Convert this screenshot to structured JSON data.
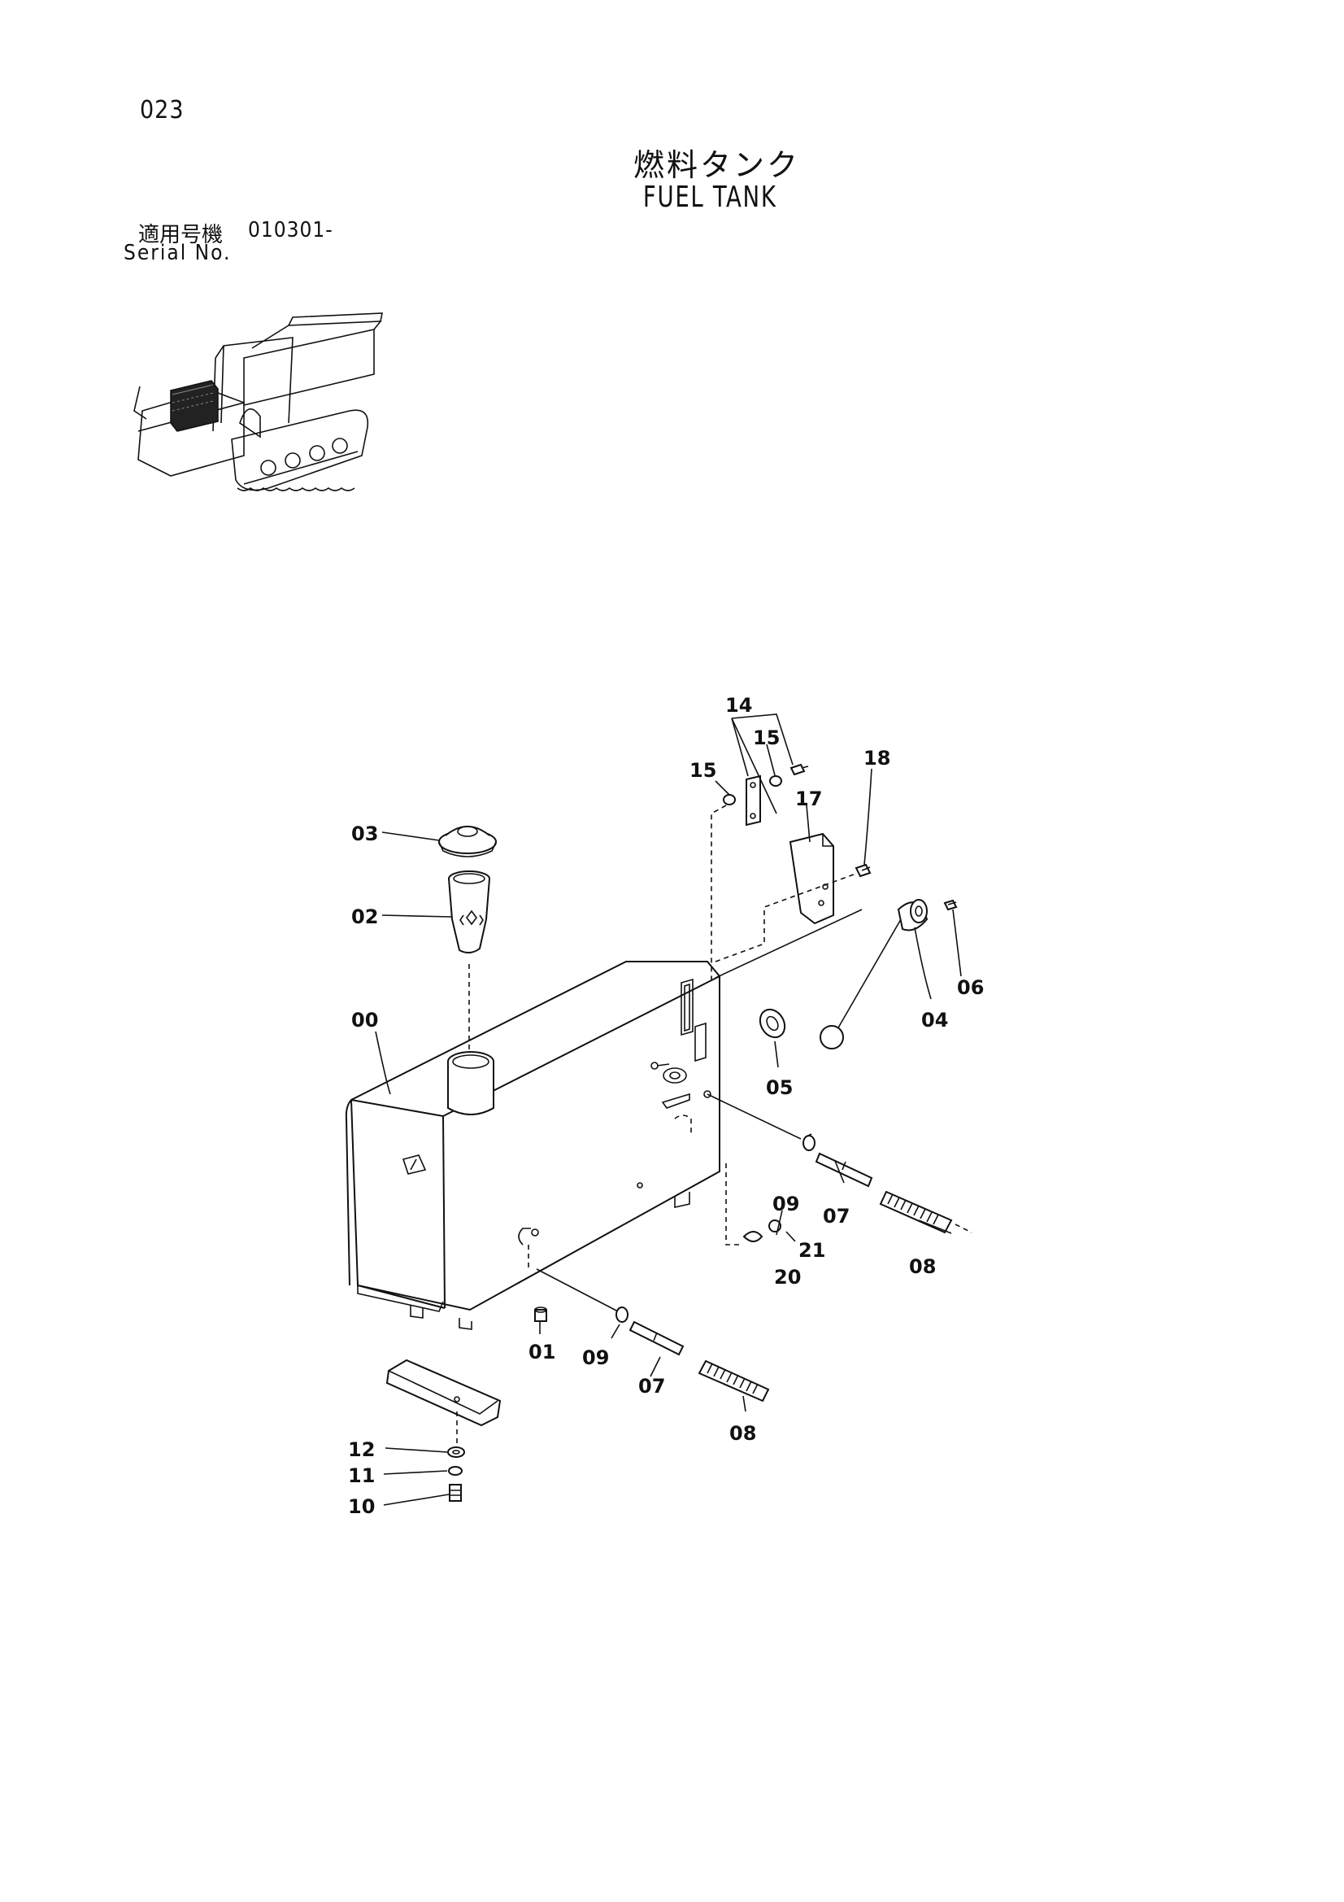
{
  "page_number": "023",
  "title_jp": "燃料タンク",
  "title_en": "FUEL TANK",
  "serial": {
    "label_jp": "適用号機",
    "value": "010301-",
    "label_en": "Serial No."
  },
  "callouts": [
    {
      "id": "00",
      "text": "00"
    },
    {
      "id": "01",
      "text": "01"
    },
    {
      "id": "02",
      "text": "02"
    },
    {
      "id": "03",
      "text": "03"
    },
    {
      "id": "04",
      "text": "04"
    },
    {
      "id": "05",
      "text": "05"
    },
    {
      "id": "06",
      "text": "06"
    },
    {
      "id": "07a",
      "text": "07"
    },
    {
      "id": "07b",
      "text": "07"
    },
    {
      "id": "08a",
      "text": "08"
    },
    {
      "id": "08b",
      "text": "08"
    },
    {
      "id": "09a",
      "text": "09"
    },
    {
      "id": "09b",
      "text": "09"
    },
    {
      "id": "10",
      "text": "10"
    },
    {
      "id": "11",
      "text": "11"
    },
    {
      "id": "12",
      "text": "12"
    },
    {
      "id": "14",
      "text": "14"
    },
    {
      "id": "15a",
      "text": "15"
    },
    {
      "id": "15b",
      "text": "15"
    },
    {
      "id": "17",
      "text": "17"
    },
    {
      "id": "18",
      "text": "18"
    },
    {
      "id": "20",
      "text": "20"
    },
    {
      "id": "21",
      "text": "21"
    }
  ]
}
